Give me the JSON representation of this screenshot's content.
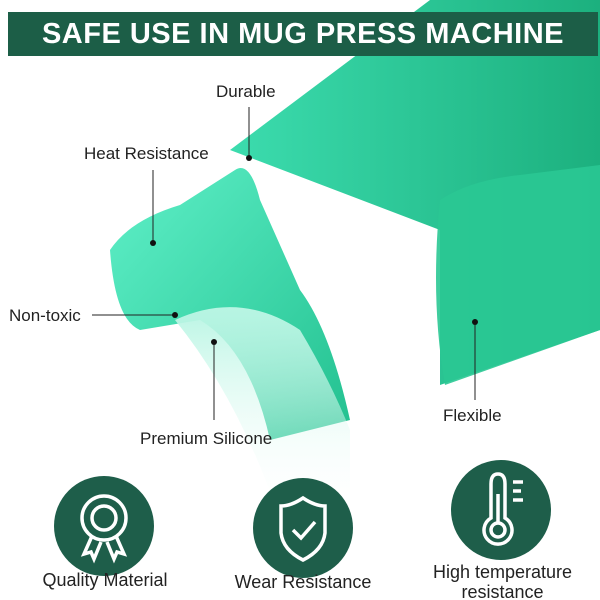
{
  "banner": "SAFE USE IN MUG PRESS MACHINE",
  "callouts": {
    "durable": "Durable",
    "heat": "Heat Resistance",
    "nontoxic": "Non-toxic",
    "premium": "Premium Silicone",
    "flexible": "Flexible"
  },
  "features": [
    {
      "icon": "award-ribbon-icon",
      "label": "Quality Material"
    },
    {
      "icon": "shield-check-icon",
      "label": "Wear Resistance"
    },
    {
      "icon": "thermometer-icon",
      "label": "High temperature resistance"
    }
  ],
  "colors": {
    "brand": "#1c5e47",
    "silicone": "#3fd9b0"
  }
}
